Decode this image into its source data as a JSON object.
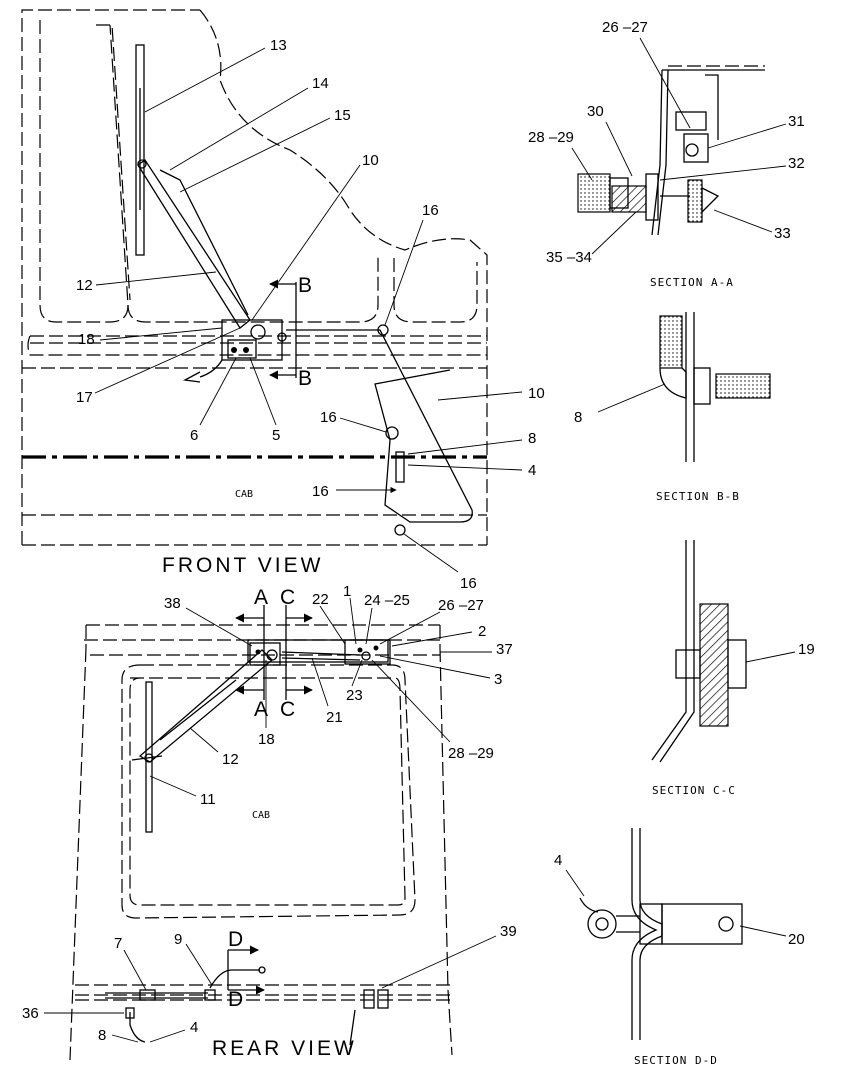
{
  "views": {
    "front": {
      "title": "FRONT VIEW",
      "cab_label": "CAB"
    },
    "rear": {
      "title": "REAR VIEW",
      "cab_label": "CAB"
    }
  },
  "sections": {
    "a": {
      "title": "SECTION A-A"
    },
    "b": {
      "title": "SECTION B-B"
    },
    "c": {
      "title": "SECTION C-C"
    },
    "d": {
      "title": "SECTION D-D"
    }
  },
  "section_markers": {
    "b_top": "B",
    "b_bottom": "B",
    "a_top": "A",
    "a_bottom": "A",
    "c_top": "C",
    "c_bottom": "C",
    "d_top": "D",
    "d_bottom": "D"
  },
  "callouts": {
    "front": {
      "c13": "13",
      "c14": "14",
      "c15": "15",
      "c10a": "10",
      "c16a": "16",
      "c12": "12",
      "c18": "18",
      "c17": "17",
      "c6": "6",
      "c5": "5",
      "c10b": "10",
      "c16b": "16",
      "c8": "8",
      "c4": "4",
      "c16c": "16",
      "c16d": "16"
    },
    "rear": {
      "c38": "38",
      "c22": "22",
      "c1": "1",
      "c24_25": "24 –25",
      "c26_27": "26 –27",
      "c2": "2",
      "c37": "37",
      "c3": "3",
      "c23": "23",
      "c21": "21",
      "c18": "18",
      "c28_29": "28 –29",
      "c12": "12",
      "c11": "11",
      "c7": "7",
      "c9": "9",
      "c39": "39",
      "c36": "36",
      "c8": "8",
      "c4": "4"
    },
    "sec_a": {
      "c26_27": "26 –27",
      "c30": "30",
      "c28_29": "28 –29",
      "c31": "31",
      "c32": "32",
      "c33": "33",
      "c35_34": "35 –34"
    },
    "sec_b": {
      "c8": "8"
    },
    "sec_c": {
      "c19": "19"
    },
    "sec_d": {
      "c4": "4",
      "c20": "20"
    }
  }
}
